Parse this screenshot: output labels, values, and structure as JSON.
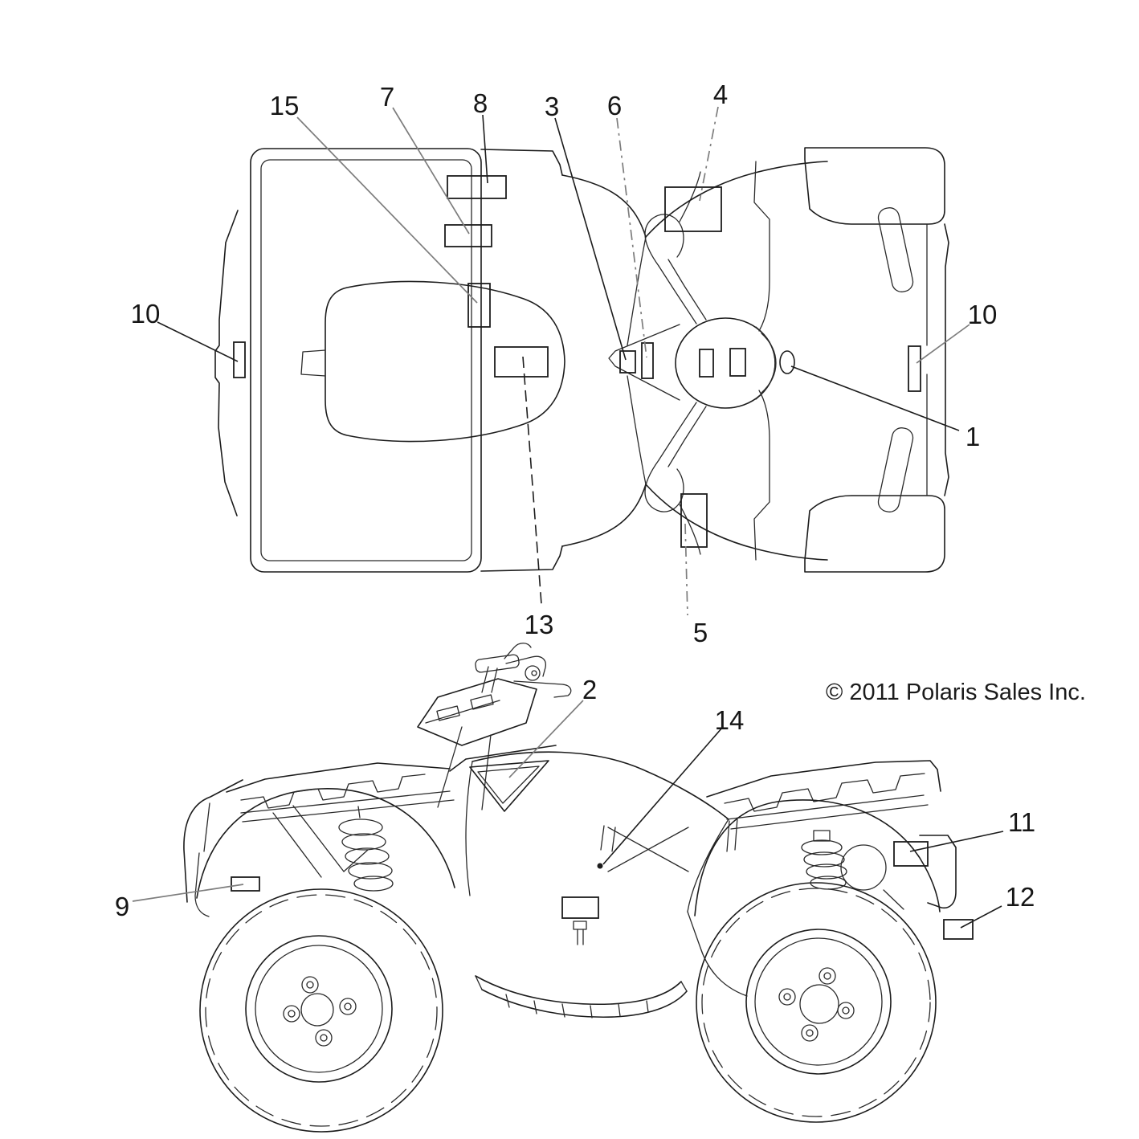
{
  "figure": {
    "copyright": "© 2011 Polaris Sales Inc."
  },
  "callouts": [
    {
      "label": "15"
    },
    {
      "label": "7"
    },
    {
      "label": "8"
    },
    {
      "label": "3"
    },
    {
      "label": "6"
    },
    {
      "label": "4"
    },
    {
      "label": "10"
    },
    {
      "label": "10"
    },
    {
      "label": "1"
    },
    {
      "label": "13"
    },
    {
      "label": "5"
    },
    {
      "label": "2"
    },
    {
      "label": "14"
    },
    {
      "label": "9"
    },
    {
      "label": "11"
    },
    {
      "label": "12"
    }
  ]
}
